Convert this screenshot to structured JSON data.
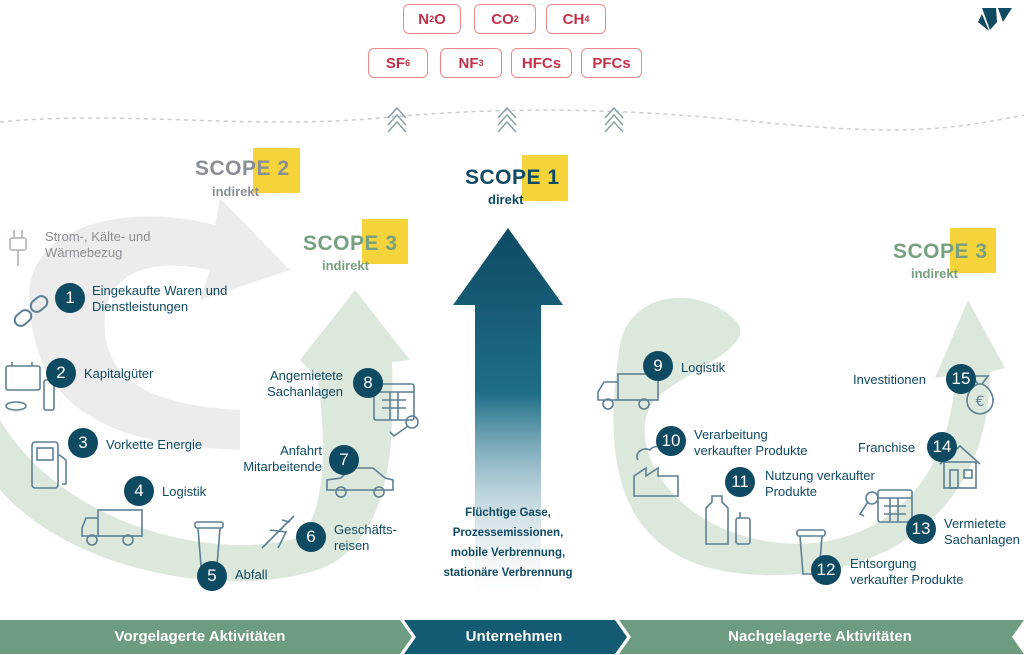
{
  "gases": {
    "n2o": {
      "main": "N",
      "sub": "2",
      "rest": "O"
    },
    "co2": {
      "main": "CO",
      "sub": "2",
      "rest": ""
    },
    "ch4": {
      "main": "CH",
      "sub": "4",
      "rest": ""
    },
    "sf6": {
      "main": "SF",
      "sub": "6",
      "rest": ""
    },
    "nf3": {
      "main": "NF",
      "sub": "3",
      "rest": ""
    },
    "hfcs": {
      "main": "HFCs"
    },
    "pfcs": {
      "main": "PFCs"
    }
  },
  "scope2": {
    "word": "SCOPE",
    "num": "2",
    "sub": "indirekt"
  },
  "scope1": {
    "word": "SCOPE",
    "num": "1",
    "sub": "direkt"
  },
  "scope3_left": {
    "word": "SCOPE",
    "num": "3",
    "sub": "indirekt"
  },
  "scope3_right": {
    "word": "SCOPE",
    "num": "3",
    "sub": "indirekt"
  },
  "scope2_item": {
    "line1": "Strom-, Kälte- und",
    "line2": "Wärmebezug"
  },
  "upstream": [
    {
      "num": "1",
      "line1": "Eingekaufte Waren und",
      "line2": "Dienstleistungen"
    },
    {
      "num": "2",
      "line1": "Kapitalgüter",
      "line2": ""
    },
    {
      "num": "3",
      "line1": "Vorkette Energie",
      "line2": ""
    },
    {
      "num": "4",
      "line1": "Logistik",
      "line2": ""
    },
    {
      "num": "5",
      "line1": "Abfall",
      "line2": ""
    },
    {
      "num": "6",
      "line1": "Geschäfts-",
      "line2": "reisen"
    },
    {
      "num": "7",
      "line1": "Anfahrt",
      "line2": "Mitarbeitende"
    },
    {
      "num": "8",
      "line1": "Angemietete",
      "line2": "Sachanlagen"
    }
  ],
  "downstream": [
    {
      "num": "9",
      "line1": "Logistik",
      "line2": ""
    },
    {
      "num": "10",
      "line1": "Verarbeitung",
      "line2": "verkaufter Produkte"
    },
    {
      "num": "11",
      "line1": "Nutzung verkaufter",
      "line2": "Produkte"
    },
    {
      "num": "12",
      "line1": "Entsorgung",
      "line2": "verkaufter Produkte"
    },
    {
      "num": "13",
      "line1": "Vermietete",
      "line2": "Sachanlagen"
    },
    {
      "num": "14",
      "line1": "Franchise",
      "line2": ""
    },
    {
      "num": "15",
      "line1": "Investitionen",
      "line2": ""
    }
  ],
  "scope1_items": [
    "Flüchtige Gase,",
    "Prozessemissionen,",
    "mobile Verbrennung,",
    "stationäre Verbrennung"
  ],
  "band": {
    "left": "Vorgelagerte Aktivitäten",
    "center": "Unternehmen",
    "right": "Nachgelagerte Aktivitäten"
  },
  "colors": {
    "navy": "#0f4a63",
    "teal": "#1a6a83",
    "green_arrow": "#dde8dc",
    "gray_arrow": "#ececec",
    "gas_red": "#c0304a",
    "yellow": "#f4d43a",
    "band_green": "#6e9c80",
    "band_navy": "#135b72",
    "scope3_green": "#76a07f"
  }
}
